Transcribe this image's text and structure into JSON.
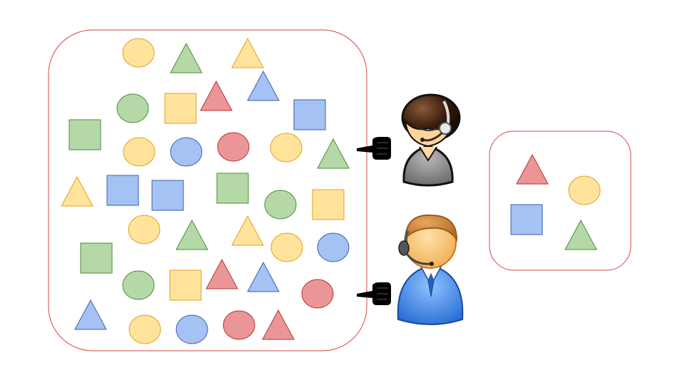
{
  "colors": {
    "box_border": "#d24a4a",
    "yellow_fill": "#ffe39a",
    "yellow_stroke": "#e0a020",
    "green_fill": "#b5d9a6",
    "green_stroke": "#4a8a3a",
    "red_fill": "#ea9696",
    "red_stroke": "#b83030",
    "blue_fill": "#a4c2f4",
    "blue_stroke": "#3a5fb0"
  },
  "pool": {
    "items": [
      {
        "shape": "circle",
        "color": "yellow"
      },
      {
        "shape": "triangle",
        "color": "green"
      },
      {
        "shape": "triangle",
        "color": "yellow"
      },
      {
        "shape": "circle",
        "color": "green"
      },
      {
        "shape": "square",
        "color": "yellow"
      },
      {
        "shape": "triangle",
        "color": "red"
      },
      {
        "shape": "triangle",
        "color": "blue"
      },
      {
        "shape": "square",
        "color": "blue"
      },
      {
        "shape": "square",
        "color": "green"
      },
      {
        "shape": "circle",
        "color": "yellow"
      },
      {
        "shape": "circle",
        "color": "blue"
      },
      {
        "shape": "circle",
        "color": "red"
      },
      {
        "shape": "circle",
        "color": "yellow"
      },
      {
        "shape": "triangle",
        "color": "green"
      },
      {
        "shape": "triangle",
        "color": "yellow"
      },
      {
        "shape": "square",
        "color": "blue"
      },
      {
        "shape": "square",
        "color": "blue"
      },
      {
        "shape": "square",
        "color": "green"
      },
      {
        "shape": "circle",
        "color": "green"
      },
      {
        "shape": "square",
        "color": "yellow"
      },
      {
        "shape": "circle",
        "color": "yellow"
      },
      {
        "shape": "triangle",
        "color": "green"
      },
      {
        "shape": "triangle",
        "color": "yellow"
      },
      {
        "shape": "circle",
        "color": "yellow"
      },
      {
        "shape": "circle",
        "color": "blue"
      },
      {
        "shape": "square",
        "color": "green"
      },
      {
        "shape": "triangle",
        "color": "red"
      },
      {
        "shape": "triangle",
        "color": "blue"
      },
      {
        "shape": "circle",
        "color": "green"
      },
      {
        "shape": "square",
        "color": "yellow"
      },
      {
        "shape": "circle",
        "color": "red"
      },
      {
        "shape": "triangle",
        "color": "blue"
      },
      {
        "shape": "circle",
        "color": "yellow"
      },
      {
        "shape": "circle",
        "color": "blue"
      },
      {
        "shape": "circle",
        "color": "red"
      },
      {
        "shape": "triangle",
        "color": "red"
      }
    ]
  },
  "workers": [
    {
      "icon": "female-operator-headset-icon"
    },
    {
      "icon": "male-operator-headset-icon"
    }
  ],
  "pointers": [
    {
      "icon": "pointing-hand-icon"
    },
    {
      "icon": "pointing-hand-icon"
    }
  ],
  "selection": {
    "items": [
      {
        "shape": "triangle",
        "color": "red"
      },
      {
        "shape": "circle",
        "color": "yellow"
      },
      {
        "shape": "square",
        "color": "blue"
      },
      {
        "shape": "triangle",
        "color": "green"
      }
    ]
  }
}
